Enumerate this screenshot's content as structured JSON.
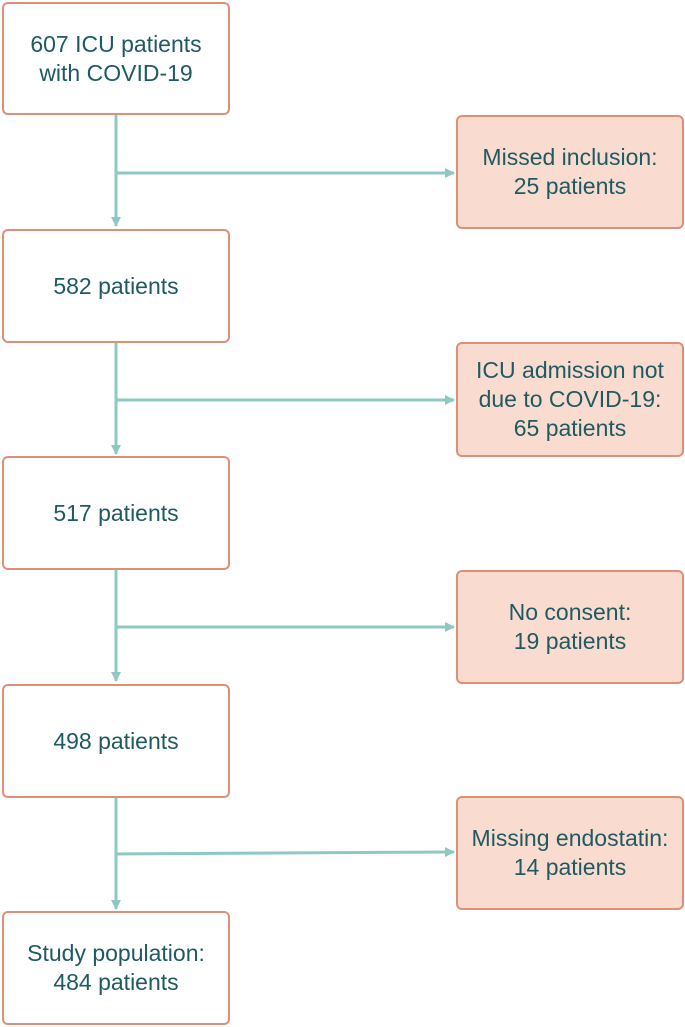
{
  "colors": {
    "box_border": "#dd8f78",
    "exclusion_fill": "#f9dccf",
    "main_fill": "#ffffff",
    "text": "#1f5a62",
    "arrow": "#8ec8c2"
  },
  "main_boxes": [
    {
      "lines": [
        "607 ICU patients",
        "with COVID-19"
      ]
    },
    {
      "lines": [
        "582 patients"
      ]
    },
    {
      "lines": [
        "517 patients"
      ]
    },
    {
      "lines": [
        "498 patients"
      ]
    },
    {
      "lines": [
        "Study population:",
        "484 patients"
      ]
    }
  ],
  "exclusion_boxes": [
    {
      "lines": [
        "Missed inclusion:",
        "25 patients"
      ]
    },
    {
      "lines": [
        "ICU admission not",
        "due to COVID-19:",
        "65 patients"
      ]
    },
    {
      "lines": [
        "No consent:",
        "19 patients"
      ]
    },
    {
      "lines": [
        "Missing endostatin:",
        "14 patients"
      ]
    }
  ]
}
